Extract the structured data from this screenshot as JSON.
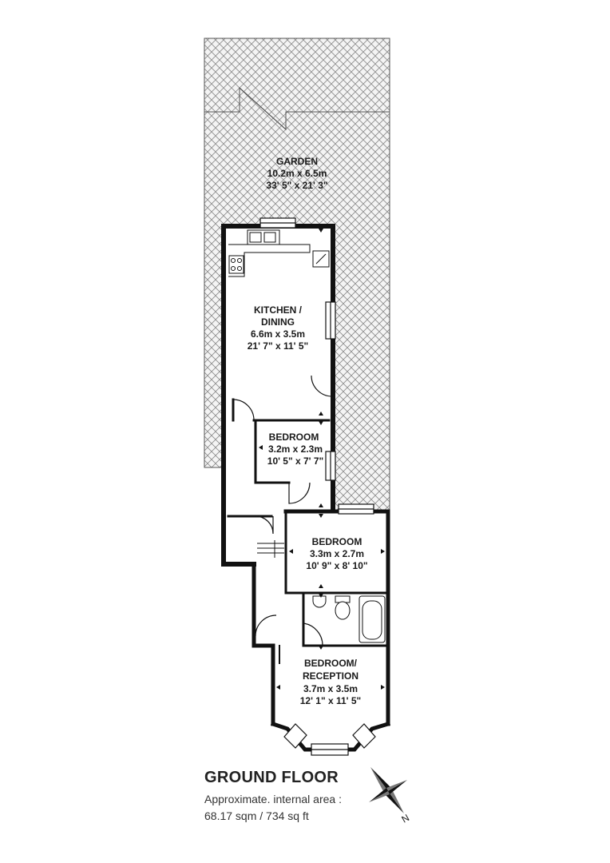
{
  "colors": {
    "wall": "#111111",
    "garden_hatch": "#7a7a7a",
    "garden_bg": "#f4f4f4"
  },
  "rooms": {
    "garden": {
      "name": "GARDEN",
      "metric": "10.2m x 6.5m",
      "imperial": "33' 5\" x 21' 3\""
    },
    "kitchen": {
      "name_line1": "KITCHEN /",
      "name_line2": "DINING",
      "metric": "6.6m x 3.5m",
      "imperial": "21' 7\" x 11' 5\""
    },
    "bedroom_small": {
      "name": "BEDROOM",
      "metric": "3.2m x 2.3m",
      "imperial": "10' 5\" x 7' 7\""
    },
    "bedroom_mid": {
      "name": "BEDROOM",
      "metric": "3.3m x 2.7m",
      "imperial": "10' 9\" x 8' 10\""
    },
    "reception": {
      "name_line1": "BEDROOM/",
      "name_line2": "RECEPTION",
      "metric": "3.7m x 3.5m",
      "imperial": "12' 1\" x 11' 5\""
    }
  },
  "footer": {
    "title": "GROUND FLOOR",
    "area_line1": "Approximate. internal area :",
    "area_line2": "68.17 sqm / 734 sq ft"
  },
  "compass": {
    "icon": "compass-icon",
    "north_label": "N"
  }
}
